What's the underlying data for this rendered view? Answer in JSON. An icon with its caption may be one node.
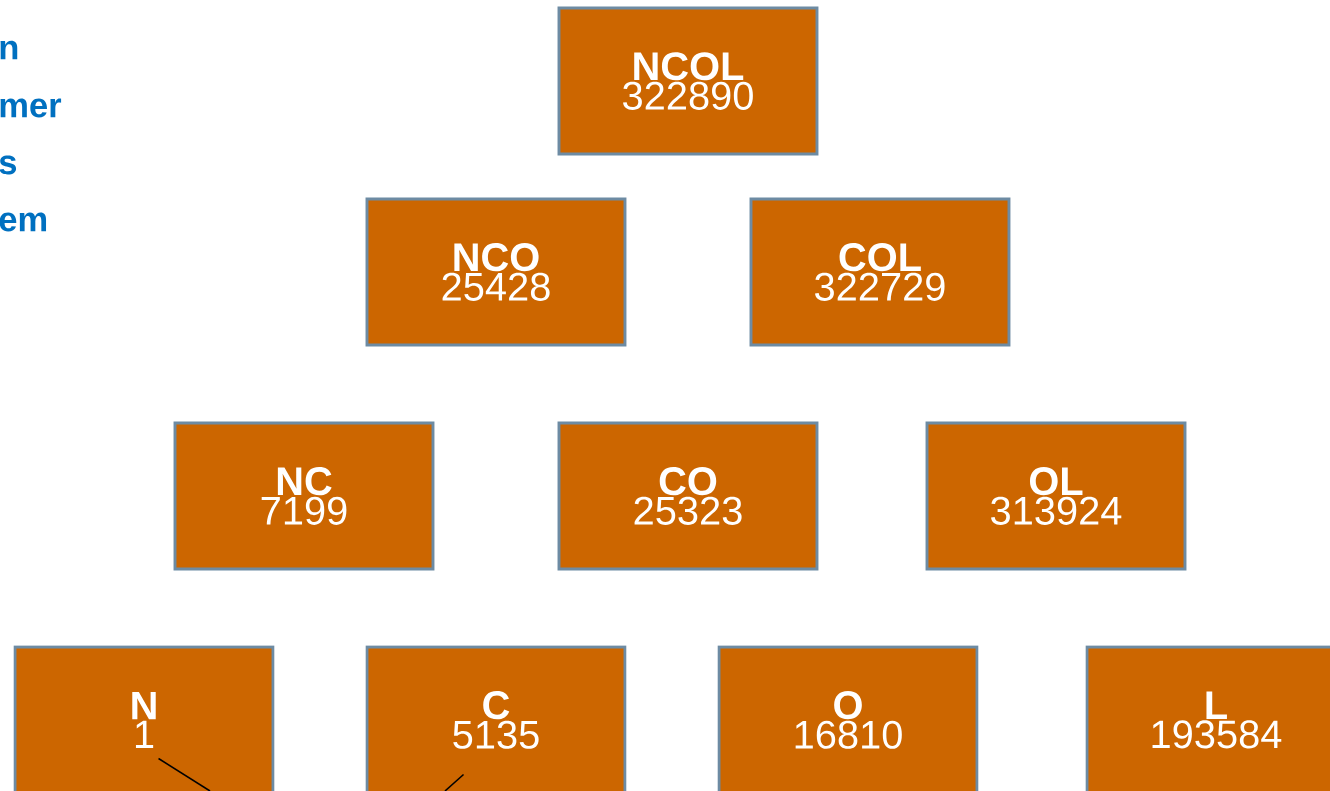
{
  "diagram": {
    "nodes": [
      {
        "text": [
          "NCOL",
          "322890"
        ]
      },
      {
        "text": [
          "NCO",
          "25428"
        ]
      },
      {
        "text": [
          "COL",
          "322729"
        ]
      },
      {
        "text": [
          "NC",
          "7199"
        ]
      },
      {
        "text": [
          "CO",
          "25323"
        ]
      },
      {
        "text": [
          "OL",
          "313924"
        ]
      },
      {
        "text": [
          "N",
          "1"
        ]
      },
      {
        "text": [
          "C",
          "5135"
        ]
      },
      {
        "text": [
          "O",
          "16810"
        ]
      },
      {
        "text": [
          "L",
          "193584"
        ]
      }
    ],
    "edges": [
      {
        "from": 6,
        "to": null,
        "arrow": "none"
      },
      {
        "from": 7,
        "to": null,
        "arrow": "none"
      }
    ],
    "labels": [
      "n",
      "mer",
      "s",
      "em"
    ]
  }
}
